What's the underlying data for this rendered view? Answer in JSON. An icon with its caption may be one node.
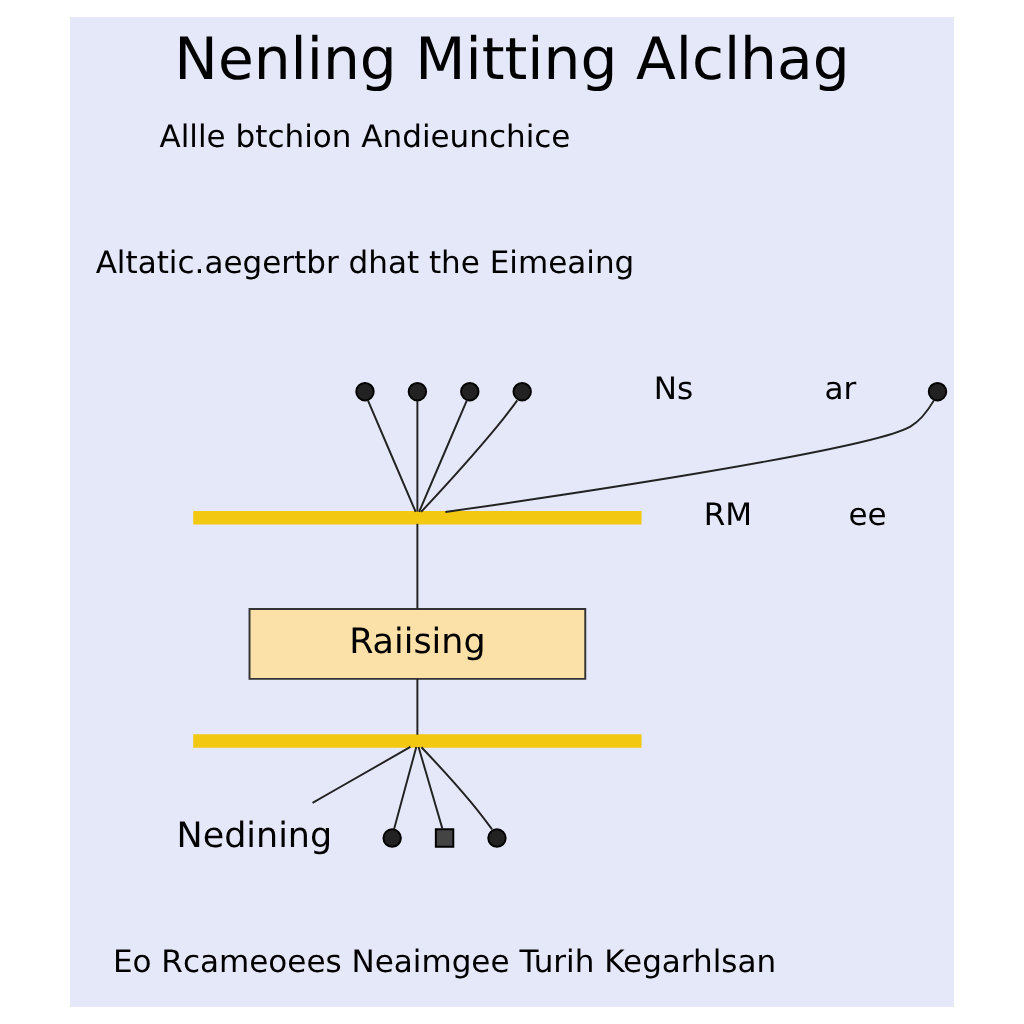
{
  "diagram": {
    "title": "Nenling Mitting Alclhag",
    "nodes": [
      {
        "text": [],
        "shape": "bar"
      },
      {
        "text": [],
        "shape": "circle"
      },
      {
        "text": [],
        "shape": "circle"
      },
      {
        "text": [],
        "shape": "circle"
      },
      {
        "text": [],
        "shape": "circle"
      },
      {
        "text": [],
        "shape": "circle"
      },
      {
        "text": [
          "Raiising"
        ]
      },
      {
        "text": [],
        "shape": "bar"
      },
      {
        "text": [
          "Nedining"
        ]
      },
      {
        "text": [],
        "shape": "circle"
      },
      {
        "text": [],
        "shape": "box"
      },
      {
        "text": [],
        "shape": "circle"
      }
    ],
    "edges": [
      {
        "from": 1,
        "to": 0,
        "arrow": "none"
      },
      {
        "from": 2,
        "to": 0,
        "arrow": "none"
      },
      {
        "from": 3,
        "to": 0,
        "arrow": "none"
      },
      {
        "from": 4,
        "to": 0,
        "arrow": "none"
      },
      {
        "from": 5,
        "to": 0,
        "arrow": "none"
      },
      {
        "from": 0,
        "to": 6,
        "arrow": "none"
      },
      {
        "from": 6,
        "to": 7,
        "arrow": "none"
      },
      {
        "from": 7,
        "to": 8,
        "arrow": "none"
      },
      {
        "from": 7,
        "to": 9,
        "arrow": "none"
      },
      {
        "from": 7,
        "to": 10,
        "arrow": "none"
      },
      {
        "from": 7,
        "to": 11,
        "arrow": "none"
      }
    ],
    "labels": [
      "Allle btchion Andieunchice",
      "Altatic.aegertbr dhat the Eimeaing",
      "ar",
      "Ns",
      "ee",
      "RM",
      "Eo Rcameoees Neaimgee Turih Kegarhlsan"
    ]
  }
}
